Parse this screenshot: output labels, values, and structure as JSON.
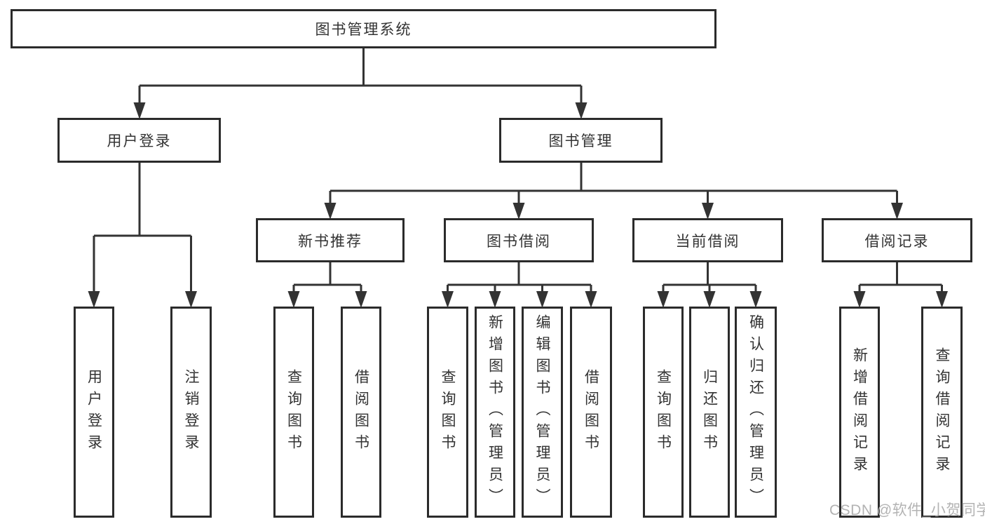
{
  "diagram": {
    "title": "图书管理系统",
    "tree": {
      "root": {
        "label": "图书管理系统",
        "children": [
          {
            "label": "用户登录",
            "children": [
              {
                "label": "用户登录"
              },
              {
                "label": "注销登录"
              }
            ]
          },
          {
            "label": "图书管理",
            "children": [
              {
                "label": "新书推荐",
                "children": [
                  {
                    "label": "查询图书"
                  },
                  {
                    "label": "借阅图书"
                  }
                ]
              },
              {
                "label": "图书借阅",
                "children": [
                  {
                    "label": "查询图书"
                  },
                  {
                    "label": "新增图书（管理员）"
                  },
                  {
                    "label": "编辑图书（管理员）"
                  },
                  {
                    "label": "借阅图书"
                  }
                ]
              },
              {
                "label": "当前借阅",
                "children": [
                  {
                    "label": "查询图书"
                  },
                  {
                    "label": "归还图书"
                  },
                  {
                    "label": "确认归还（管理员）"
                  }
                ]
              },
              {
                "label": "借阅记录",
                "children": [
                  {
                    "label": "新增借阅记录"
                  },
                  {
                    "label": "查询借阅记录"
                  }
                ]
              }
            ]
          }
        ]
      }
    },
    "colors": {
      "line": "#333333",
      "box_border": "#2b2b2b",
      "box_fill": "#ffffff",
      "text": "#333333",
      "watermark": "#b3b3b3"
    }
  },
  "watermark": {
    "text": "CSDN @软件_小贺同学"
  }
}
